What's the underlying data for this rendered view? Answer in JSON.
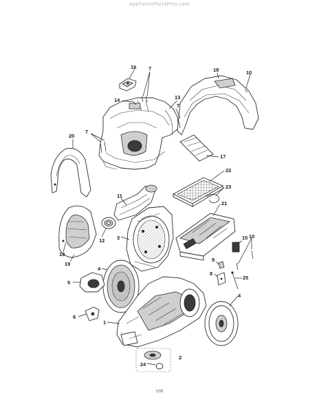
{
  "header": {
    "site": "AppliancePartsPros.com"
  },
  "footer": {
    "page_number": "1/55"
  },
  "diagram": {
    "callouts": [
      {
        "id": "c1",
        "label": "1"
      },
      {
        "id": "c2",
        "label": "2"
      },
      {
        "id": "c3",
        "label": "3"
      },
      {
        "id": "c4a",
        "label": "4"
      },
      {
        "id": "c4b",
        "label": "4"
      },
      {
        "id": "c5",
        "label": "5"
      },
      {
        "id": "c6",
        "label": "6"
      },
      {
        "id": "c7a",
        "label": "7"
      },
      {
        "id": "c7b",
        "label": "7"
      },
      {
        "id": "c7c",
        "label": "7"
      },
      {
        "id": "c8",
        "label": "8"
      },
      {
        "id": "c9",
        "label": "9"
      },
      {
        "id": "c10a",
        "label": "10"
      },
      {
        "id": "c10b",
        "label": "10"
      },
      {
        "id": "c10c",
        "label": "10"
      },
      {
        "id": "c11",
        "label": "11"
      },
      {
        "id": "c12",
        "label": "12"
      },
      {
        "id": "c13",
        "label": "13"
      },
      {
        "id": "c14",
        "label": "14"
      },
      {
        "id": "c15",
        "label": "15"
      },
      {
        "id": "c16",
        "label": "16"
      },
      {
        "id": "c17",
        "label": "17"
      },
      {
        "id": "c18",
        "label": "18"
      },
      {
        "id": "c19",
        "label": "19"
      },
      {
        "id": "c20",
        "label": "20"
      },
      {
        "id": "c21",
        "label": "21"
      },
      {
        "id": "c22",
        "label": "22"
      },
      {
        "id": "c23",
        "label": "23"
      },
      {
        "id": "c24",
        "label": "24"
      },
      {
        "id": "c25",
        "label": "25"
      }
    ]
  }
}
